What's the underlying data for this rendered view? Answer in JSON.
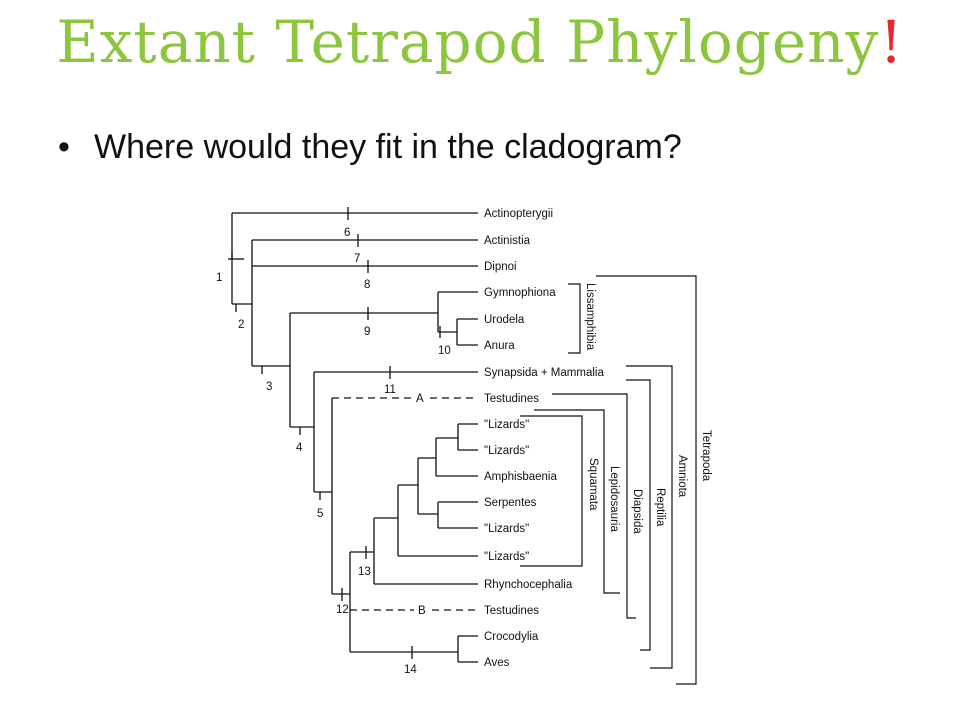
{
  "slide": {
    "title": "Extant Tetrapod Phylogeny",
    "title_exclaim": "!",
    "bullet": "Where would they fit in the cladogram?",
    "colors": {
      "title": "#8cc63f",
      "exclaim": "#e8262b"
    }
  },
  "cladogram": {
    "taxa": [
      "Actinopterygii",
      "Actinistia",
      "Dipnoi",
      "Gymnophiona",
      "Urodela",
      "Anura",
      "Synapsida + Mammalia",
      "Testudines",
      "\"Lizards\"",
      "\"Lizards\"",
      "Amphisbaenia",
      "Serpentes",
      "\"Lizards\"",
      "\"Lizards\"",
      "Rhynchocephalia",
      "Testudines",
      "Crocodylia",
      "Aves"
    ],
    "nodes": [
      "1",
      "2",
      "3",
      "4",
      "5",
      "6",
      "7",
      "8",
      "9",
      "10",
      "11",
      "12",
      "13",
      "14"
    ],
    "alt_positions": [
      "A",
      "B"
    ],
    "groups": [
      "Lissamphibia",
      "Squamata",
      "Lepidosauria",
      "Diapsida",
      "Reptilia",
      "Amniota",
      "Tetrapoda"
    ]
  }
}
